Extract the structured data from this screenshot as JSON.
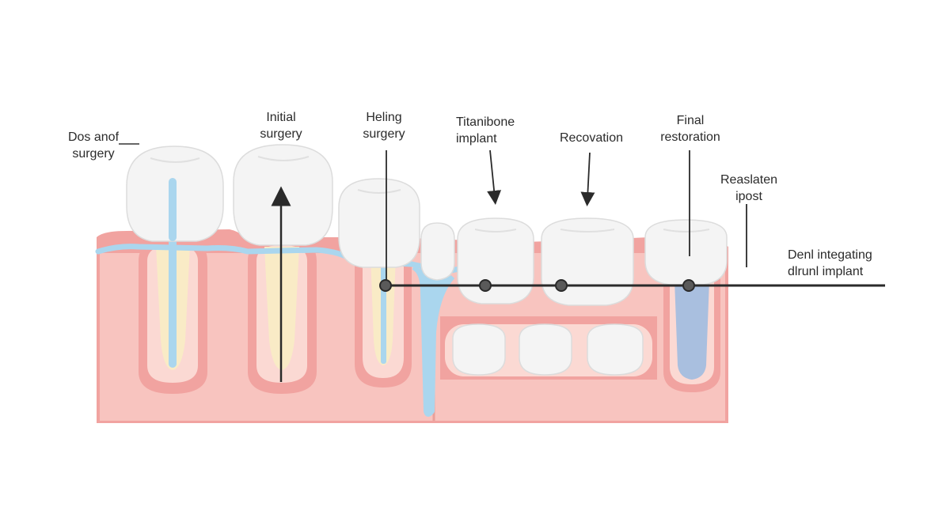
{
  "labels": {
    "dos_anof": {
      "line1": "Dos anof",
      "line2": "surgery"
    },
    "initial_surgery": {
      "line1": "Initial",
      "line2": "surgery"
    },
    "heling_surgery": {
      "line1": "Heling",
      "line2": "surgery"
    },
    "titanibone_implant": {
      "line1": "Titanibone",
      "line2": "implant"
    },
    "recovation": {
      "line1": "Recovation"
    },
    "final_restoration": {
      "line1": "Final",
      "line2": "restoration"
    },
    "reaslaten_ipost": {
      "line1": "Reaslaten",
      "line2": "ipost"
    },
    "dental_integrating": {
      "line1": "Denl integating",
      "line2": "dlrunl implant"
    }
  },
  "colors": {
    "gum_outer": "#f1a3a0",
    "gum_fill": "#f8c4bf",
    "gum_inner": "#fbd9d3",
    "root": "#f9ebc6",
    "canal": "#aad6ee",
    "tooth": "#f4f4f4",
    "tooth_edge": "#dcdcdc",
    "implant_post": "#a9bfdf",
    "line": "#2a2a2a"
  }
}
